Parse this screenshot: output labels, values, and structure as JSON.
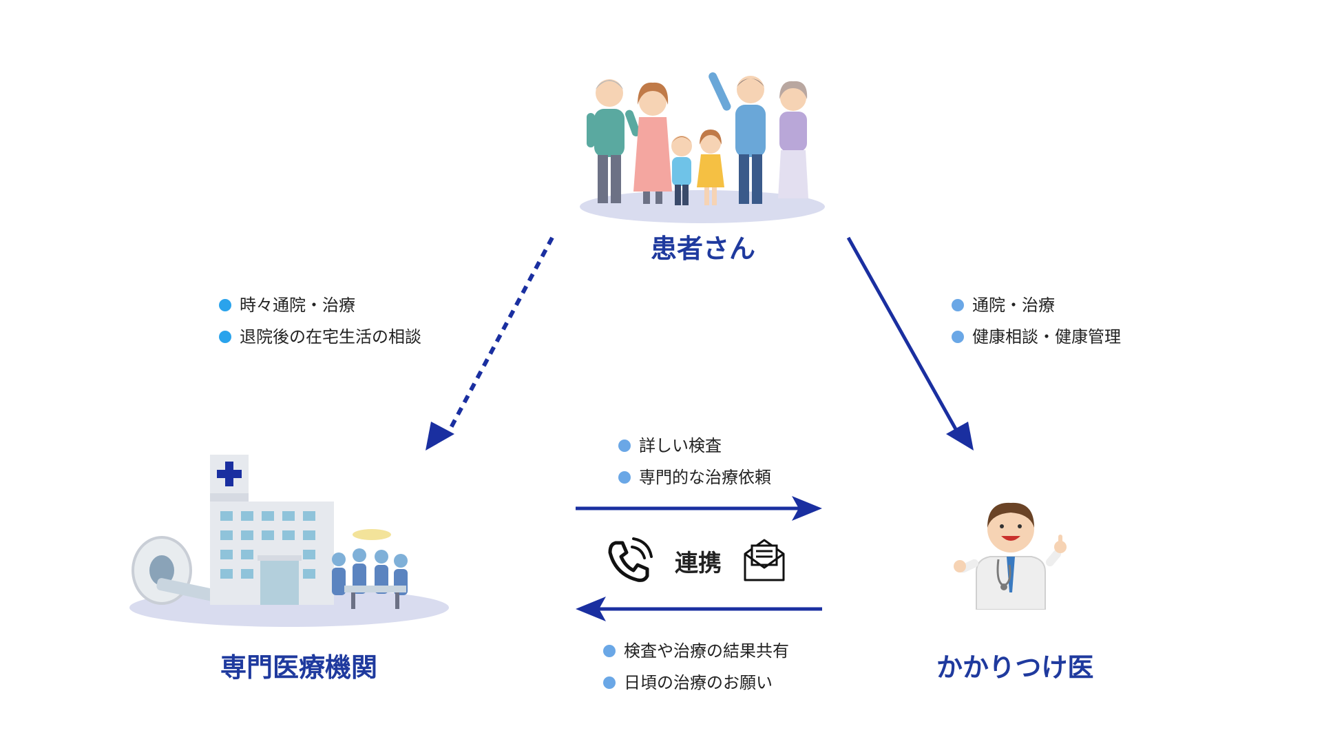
{
  "nodes": {
    "patient": {
      "label": "患者さん"
    },
    "hospital": {
      "label": "専門医療機関"
    },
    "doctor": {
      "label": "かかりつけ医"
    }
  },
  "left_list": {
    "items": [
      "時々通院・治療",
      "退院後の在宅生活の相談"
    ]
  },
  "right_list": {
    "items": [
      "通院・治療",
      "健康相談・健康管理"
    ]
  },
  "center_top_list": {
    "items": [
      "詳しい検査",
      "専門的な治療依頼"
    ]
  },
  "center_bottom_list": {
    "items": [
      "検査や治療の結果共有",
      "日頃の治療のお願い"
    ]
  },
  "center": {
    "label": "連携"
  },
  "icons": {
    "phone": "phone-icon",
    "mail": "mail-icon"
  },
  "colors": {
    "arrow": "#1a2fa0",
    "bullet_left": "#2aa3ec",
    "bullet_other": "#6aa7e6",
    "label": "#1f3a9e",
    "platform": "#d9dcef"
  }
}
